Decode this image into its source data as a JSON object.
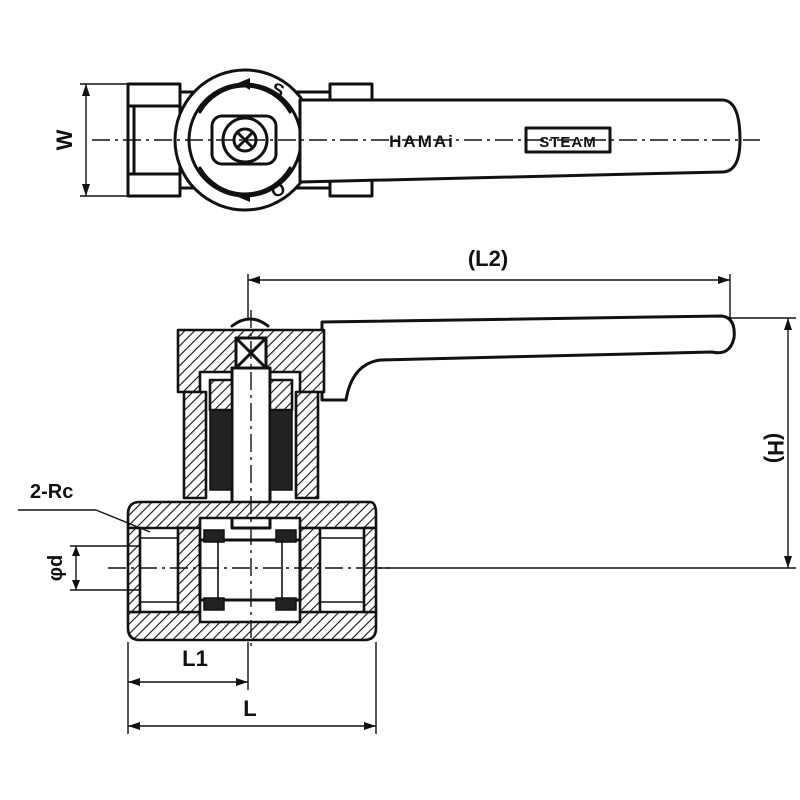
{
  "top_view": {
    "brand_text": "HAMAi",
    "steam_text": "STEAM",
    "mark_s": "S",
    "mark_o": "O"
  },
  "dimensions": {
    "width_label": "W",
    "l2_label": "(L2)",
    "h_label": "(H)",
    "rc_label": "2-Rc",
    "phid_label": "φd",
    "l1_label": "L1",
    "l_label": "L"
  },
  "colors": {
    "ink": "#111111",
    "background": "#ffffff"
  }
}
